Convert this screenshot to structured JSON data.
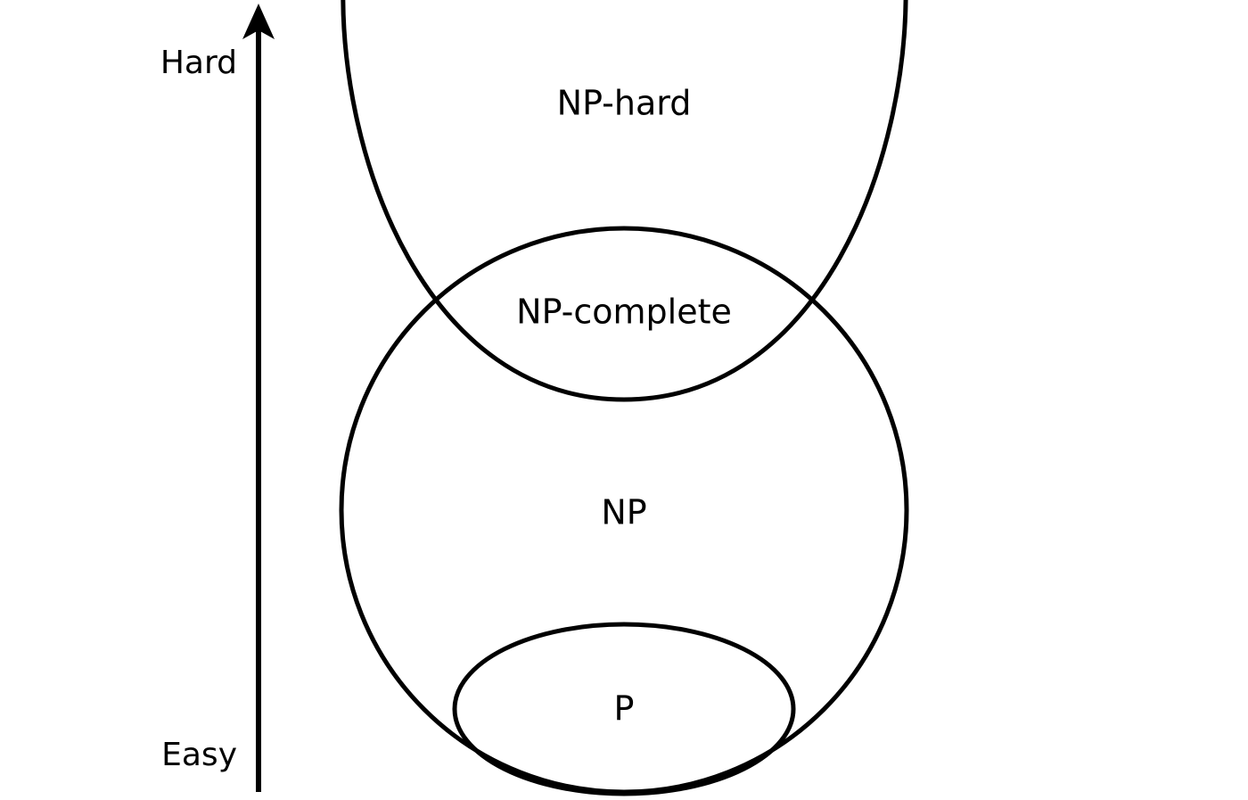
{
  "axis": {
    "top_label": "Hard",
    "bottom_label": "Easy"
  },
  "regions": {
    "np_hard": "NP-hard",
    "np_complete": "NP-complete",
    "np": "NP",
    "p": "P"
  },
  "colors": {
    "stroke": "#000000",
    "background": "#ffffff"
  }
}
